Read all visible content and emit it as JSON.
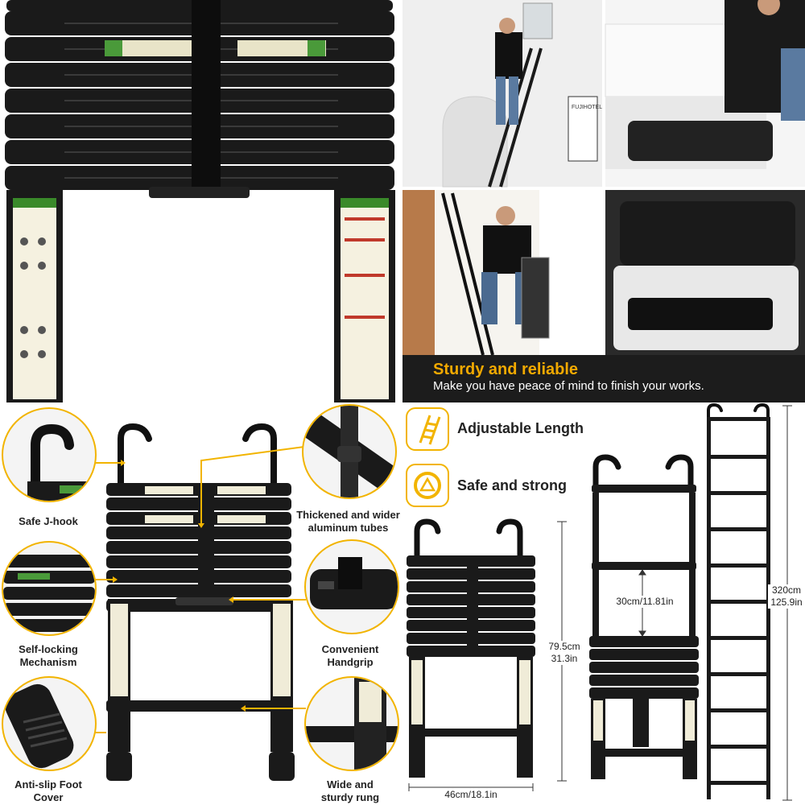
{
  "panels": {
    "top_left": {
      "kind": "product-photo-closeup"
    },
    "top_right": {
      "caption": {
        "title": "Sturdy and reliable",
        "subtitle": "Make you have peace of mind to finish your works."
      },
      "wall_sign_text": "FUJIHOTEL"
    }
  },
  "features_panel": {
    "callouts": [
      {
        "label": "Safe J-hook"
      },
      {
        "label": "Thickened and wider aluminum tubes"
      },
      {
        "label": "Self-locking Mechanism"
      },
      {
        "label": "Convenient Handgrip"
      },
      {
        "label": "Anti-slip Foot Cover"
      },
      {
        "label": "Wide and sturdy rung"
      }
    ]
  },
  "specs_panel": {
    "features": [
      {
        "label": "Adjustable Length",
        "icon": "ladder-icon"
      },
      {
        "label": "Safe and strong",
        "icon": "shield-triangle-icon"
      }
    ],
    "dimensions": {
      "folded_height": "79.5cm\n31.3in",
      "width": "46cm/18.1in",
      "rung_spacing": "30cm/11.81in",
      "extended_height": "320cm\n125.9in"
    }
  },
  "colors": {
    "accent": "#f2b400",
    "ladder": "#1a1a1a",
    "caption_bg": "#1c1c1c",
    "caption_title": "#f2a900"
  }
}
